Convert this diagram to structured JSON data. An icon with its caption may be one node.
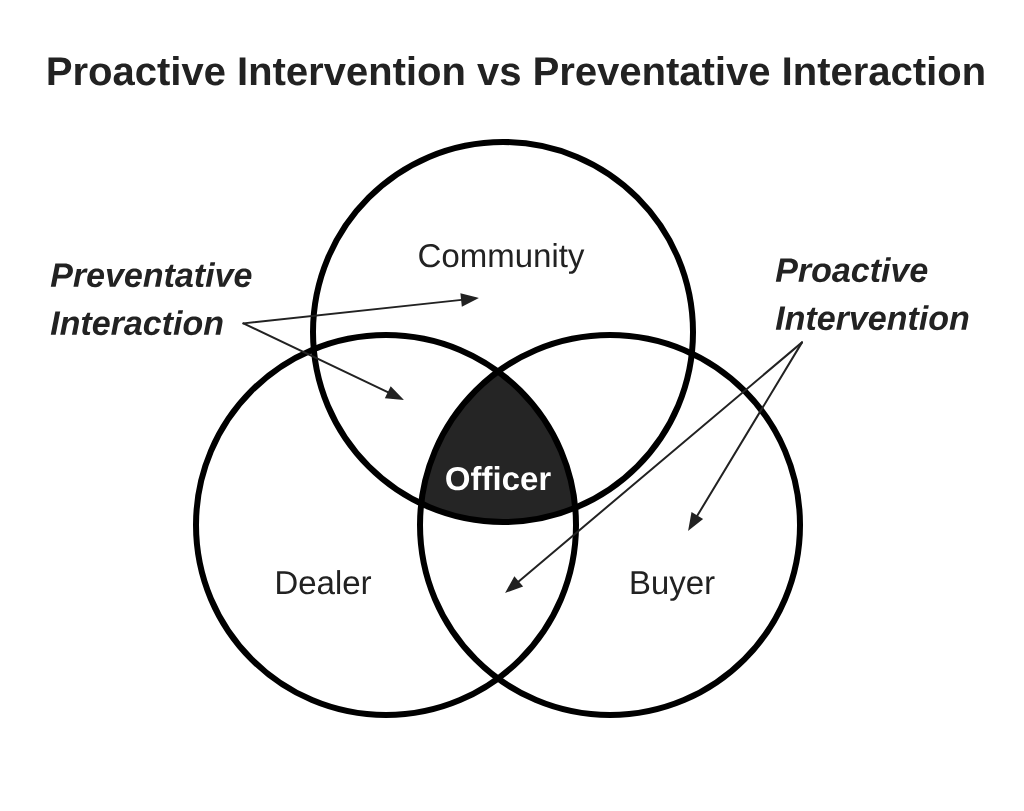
{
  "diagram": {
    "title": "Proactive Intervention vs Preventative Interaction",
    "nodes": [
      {
        "text": [
          "Community"
        ]
      },
      {
        "text": [
          "Dealer"
        ]
      },
      {
        "text": [
          "Buyer"
        ]
      },
      {
        "text": [
          "Officer"
        ]
      },
      {
        "text": [
          "Preventative Interaction"
        ]
      },
      {
        "text": [
          "Proactive Intervention"
        ]
      }
    ],
    "edges": [
      {
        "from": 4,
        "to": 0,
        "arrow": "to"
      },
      {
        "from": 4,
        "to": 0,
        "arrow": "to"
      },
      {
        "from": 4,
        "to": 1,
        "arrow": "to"
      },
      {
        "from": 5,
        "to": 1,
        "arrow": "to"
      },
      {
        "from": 5,
        "to": 2,
        "arrow": "to"
      },
      {
        "from": 5,
        "to": 2,
        "arrow": "to"
      }
    ]
  }
}
